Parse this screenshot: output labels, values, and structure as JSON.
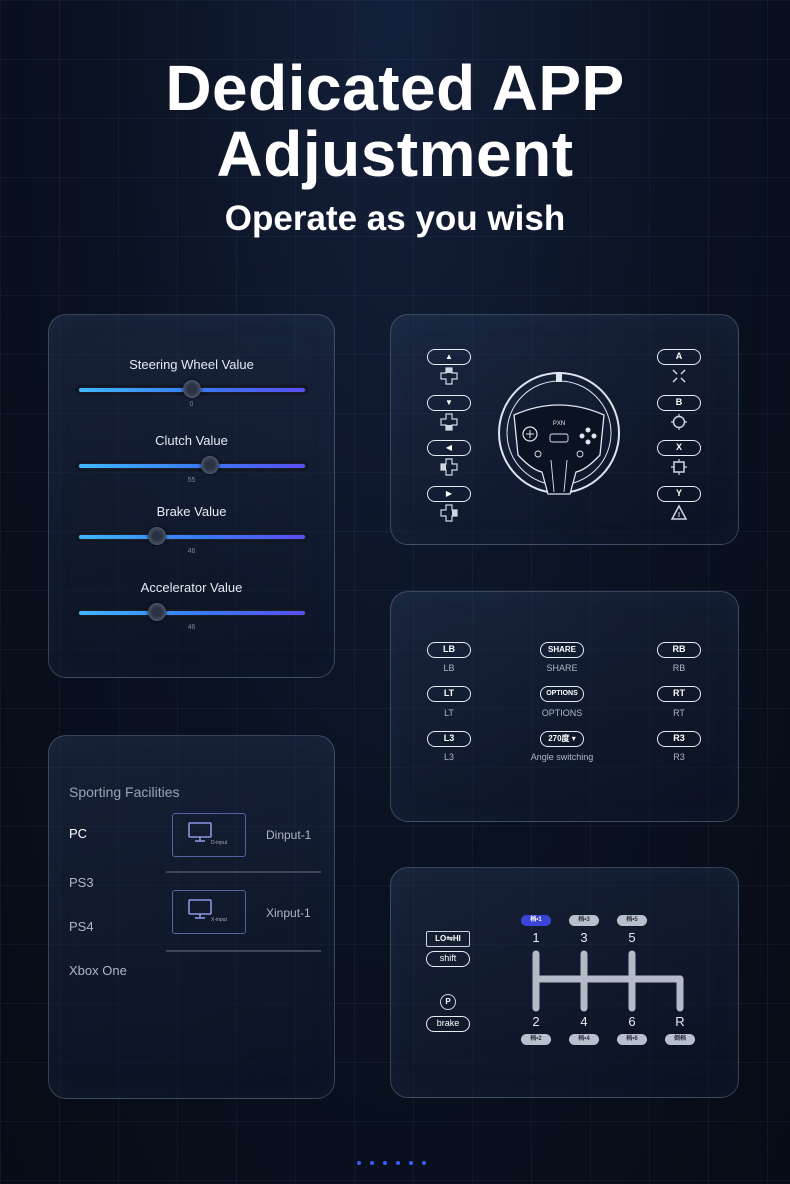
{
  "hero": {
    "title_line1": "Dedicated APP",
    "title_line2": "Adjustment",
    "subtitle": "Operate as you wish"
  },
  "sliders": [
    {
      "label": "Steering Wheel Value",
      "value": "0",
      "fraction": 0.5
    },
    {
      "label": "Clutch Value",
      "value": "55",
      "fraction": 0.58
    },
    {
      "label": "Brake Value",
      "value": "46",
      "fraction": 0.35
    },
    {
      "label": "Accelerator Value",
      "value": "46",
      "fraction": 0.35
    }
  ],
  "console": {
    "title": "Sporting Facilities",
    "items": [
      "PC",
      "PS3",
      "PS4",
      "Xbox One"
    ],
    "modes": [
      {
        "label": "Dinput-1",
        "icon_text": "D-input"
      },
      {
        "label": "Xinput-1",
        "icon_text": "X-input"
      }
    ]
  },
  "buttons": {
    "left": [
      "▲",
      "▼",
      "◀",
      "▶"
    ],
    "right": [
      "A",
      "B",
      "X",
      "Y"
    ],
    "wheel_logo": "PXN"
  },
  "shoulder": {
    "rows": [
      [
        {
          "pill": "LB",
          "text": "LB"
        },
        {
          "pill": "SHARE",
          "text": "SHARE"
        },
        {
          "pill": "RB",
          "text": "RB"
        }
      ],
      [
        {
          "pill": "LT",
          "text": "LT"
        },
        {
          "pill": "OPTIONS",
          "text": "OPTIONS"
        },
        {
          "pill": "RT",
          "text": "RT"
        }
      ],
      [
        {
          "pill": "L3",
          "text": "L3"
        },
        {
          "pill": "270度 ▾",
          "text": "Angle switching"
        },
        {
          "pill": "R3",
          "text": "R3"
        }
      ]
    ]
  },
  "shifter": {
    "lo_hi": "LO⇋HI",
    "shift": "shift",
    "park": "P",
    "brake": "brake",
    "top_chips": [
      "档•1",
      "档•3",
      "档•5"
    ],
    "top_nums": [
      "1",
      "3",
      "5"
    ],
    "bottom_nums": [
      "2",
      "4",
      "6",
      "R"
    ],
    "bottom_chips": [
      "档•2",
      "档•4",
      "档•6",
      "倒档"
    ]
  },
  "colors": {
    "accent": "#3a44d6",
    "slider_start": "#40b8ff",
    "slider_end": "#5a4ff0"
  }
}
